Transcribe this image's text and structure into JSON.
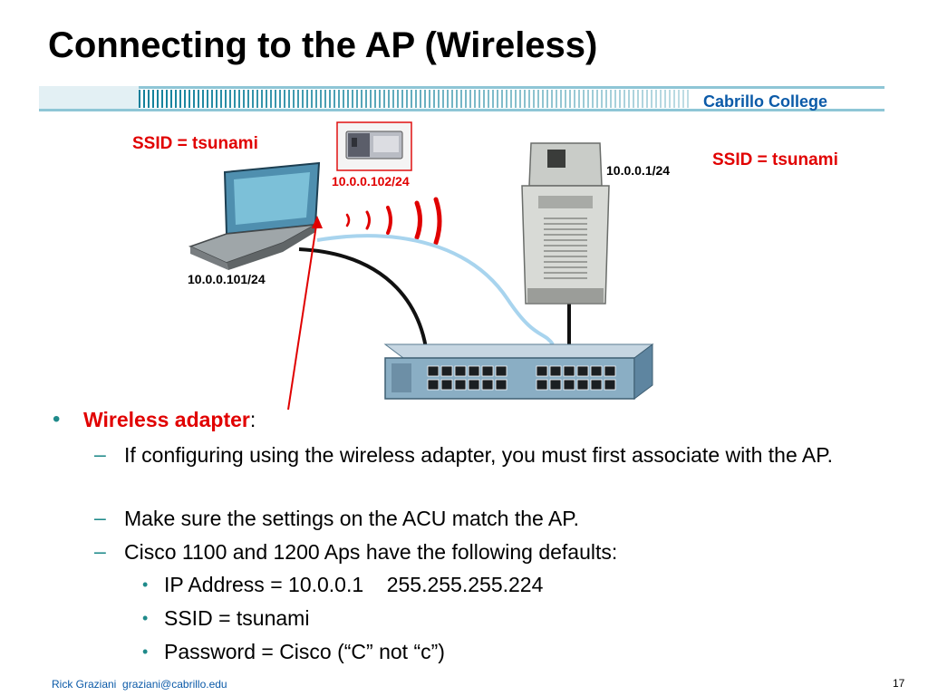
{
  "title": "Connecting to the AP (Wireless)",
  "header": {
    "college": "Cabrillo College"
  },
  "diagram": {
    "ssid_left": "SSID = tsunami",
    "ssid_right": "SSID = tsunami",
    "adapter_ip": "10.0.0.102/24",
    "ap_ip": "10.0.0.1/24",
    "laptop_ip": "10.0.0.101/24",
    "colors": {
      "label_red": "#e10000",
      "cable_wireless": "#a8d4ee",
      "switch": "#8aaec4"
    }
  },
  "bullets": {
    "main_red": "Wireless adapter",
    "main_rest": ":",
    "sub": [
      "If configuring using the wireless adapter, you must first associate with the AP.",
      "Make sure the settings on the ACU match the AP.",
      "Cisco 1100 and 1200 Aps have the following defaults:"
    ],
    "subsub": [
      "IP Address = 10.0.0.1    255.255.255.224",
      "SSID = tsunami",
      "Password = Cisco (“C” not “c”)"
    ],
    "dash": "–",
    "bullet": "•"
  },
  "footer": {
    "author": "Rick Graziani  graziani@cabrillo.edu",
    "page_number": "17"
  }
}
